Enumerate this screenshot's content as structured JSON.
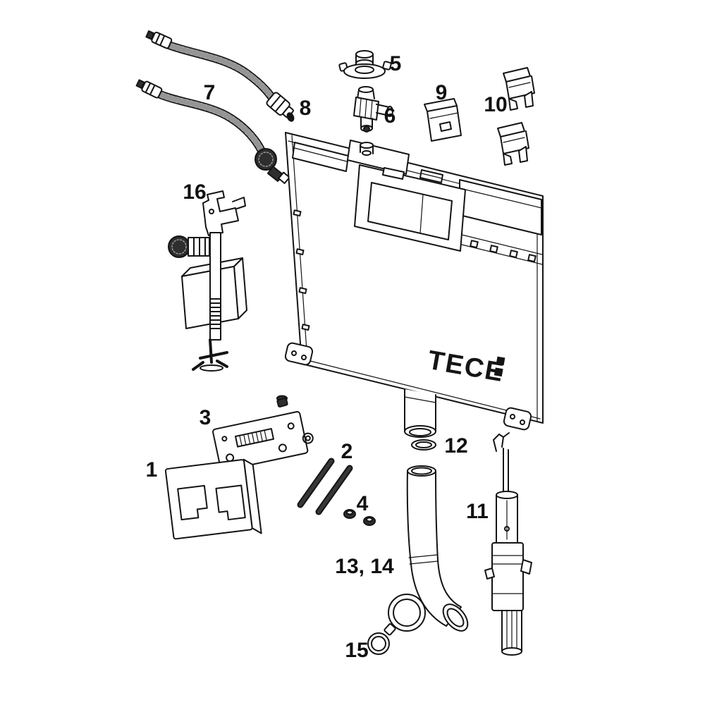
{
  "brand": {
    "logo_text": "TECE"
  },
  "labels": {
    "p1": "1",
    "p2": "2",
    "p3": "3",
    "p4": "4",
    "p5": "5",
    "p6": "6",
    "p7": "7",
    "p8": "8",
    "p9": "9",
    "p10": "10",
    "p11": "11",
    "p12": "12",
    "p13_14": "13, 14",
    "p15": "15",
    "p16": "16"
  }
}
